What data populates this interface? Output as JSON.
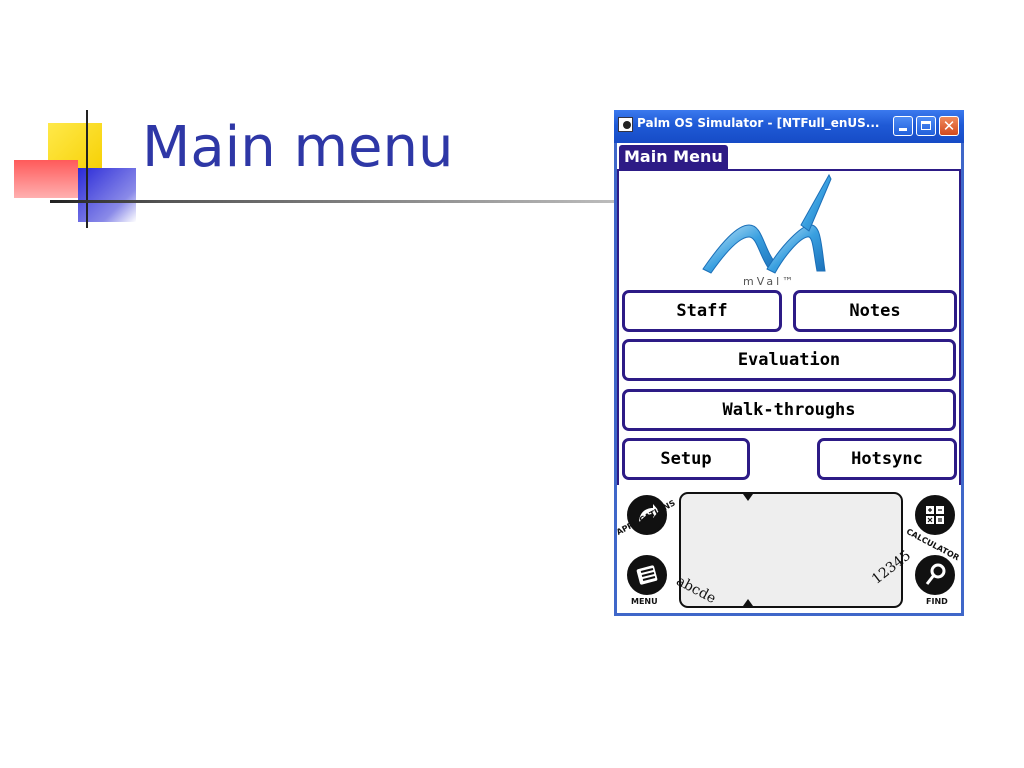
{
  "slide": {
    "title": "Main menu"
  },
  "window": {
    "title": "Palm OS Simulator - [NTFull_enUS...",
    "close_glyph": "✕"
  },
  "form": {
    "title": "Main Menu",
    "logo_text": "mVal™"
  },
  "buttons": {
    "staff": "Staff",
    "notes": "Notes",
    "evaluation": "Evaluation",
    "walkthroughs": "Walk-throughs",
    "setup": "Setup",
    "hotsync": "Hotsync"
  },
  "silkscreen": {
    "applications": "APPLICATIONS",
    "menu": "MENU",
    "calculator": "CALCULATOR",
    "find": "FIND",
    "graffiti_letters": "abcde",
    "graffiti_numbers": "12345"
  },
  "colors": {
    "slide_title": "#2e37a6",
    "titlebar": "#1f5ad6",
    "palm_frame": "#2d1b86",
    "logo": "#3aa0e0"
  }
}
